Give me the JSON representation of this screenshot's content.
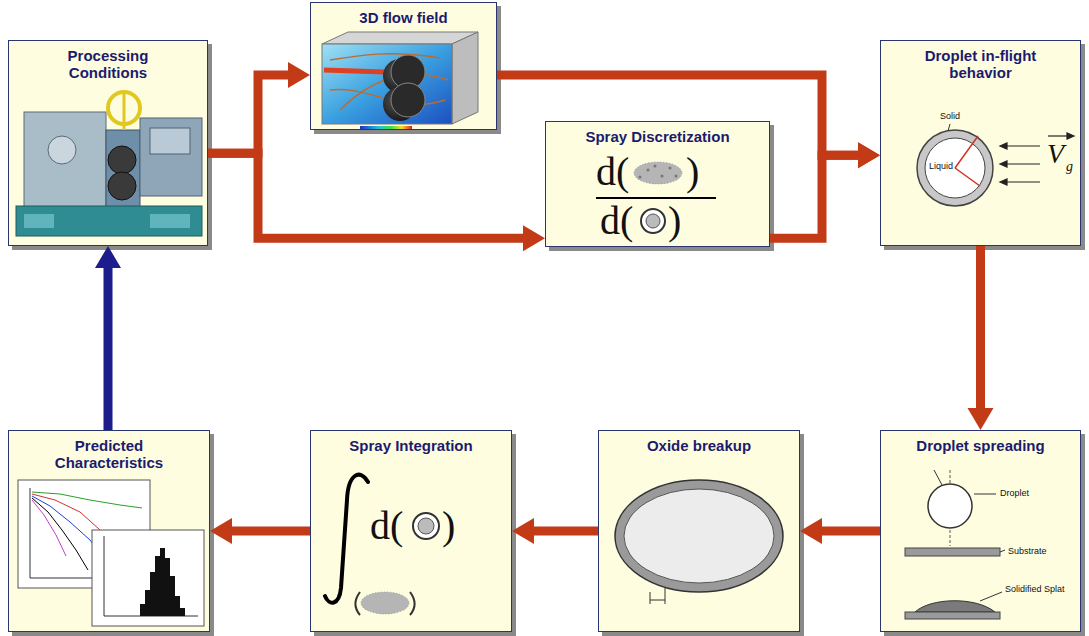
{
  "diagram": {
    "nodes": [
      {
        "text": [
          "Processing Conditions"
        ]
      },
      {
        "text": [
          "3D flow field"
        ]
      },
      {
        "text": [
          "Spray Discretization"
        ]
      },
      {
        "text": [
          "Droplet in-flight behavior"
        ]
      },
      {
        "text": [
          "Droplet spreading"
        ]
      },
      {
        "text": [
          "Oxide breakup"
        ]
      },
      {
        "text": [
          "Spray Integration"
        ]
      },
      {
        "text": [
          "Predicted Characteristics"
        ]
      }
    ],
    "edges": [
      {
        "from": 0,
        "to": 1,
        "arrow": "to"
      },
      {
        "from": 0,
        "to": 2,
        "arrow": "to"
      },
      {
        "from": 1,
        "to": 3,
        "arrow": "to"
      },
      {
        "from": 2,
        "to": 3,
        "arrow": "to"
      },
      {
        "from": 3,
        "to": 4,
        "arrow": "to"
      },
      {
        "from": 4,
        "to": 5,
        "arrow": "to"
      },
      {
        "from": 5,
        "to": 6,
        "arrow": "to"
      },
      {
        "from": 6,
        "to": 7,
        "arrow": "to"
      },
      {
        "from": 7,
        "to": 0,
        "arrow": "to"
      }
    ],
    "labels": [
      "d(",
      ")",
      "d(",
      ")",
      "d(",
      ")",
      "Solid",
      "Liquid",
      "V",
      "g",
      "Droplet",
      "Substrate",
      "Solidified Splat"
    ]
  }
}
